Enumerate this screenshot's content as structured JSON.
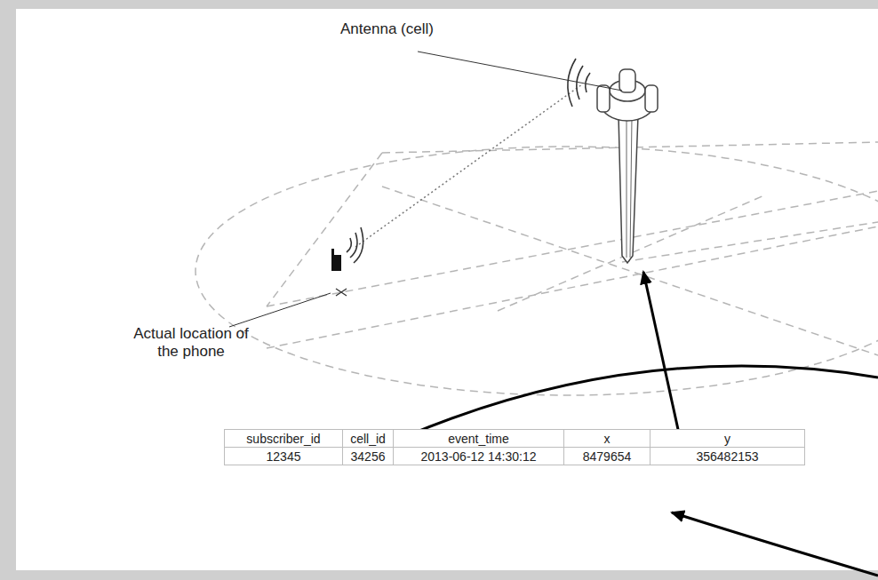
{
  "diagram": {
    "labels": [
      "Antenna (cell)",
      "Actual location of the phone",
      "subscriber_id",
      "cell_id",
      "event_time",
      "x",
      "y",
      "12345",
      "34256",
      "2013-06-12 14:30:12",
      "8479654",
      "356482153"
    ]
  }
}
